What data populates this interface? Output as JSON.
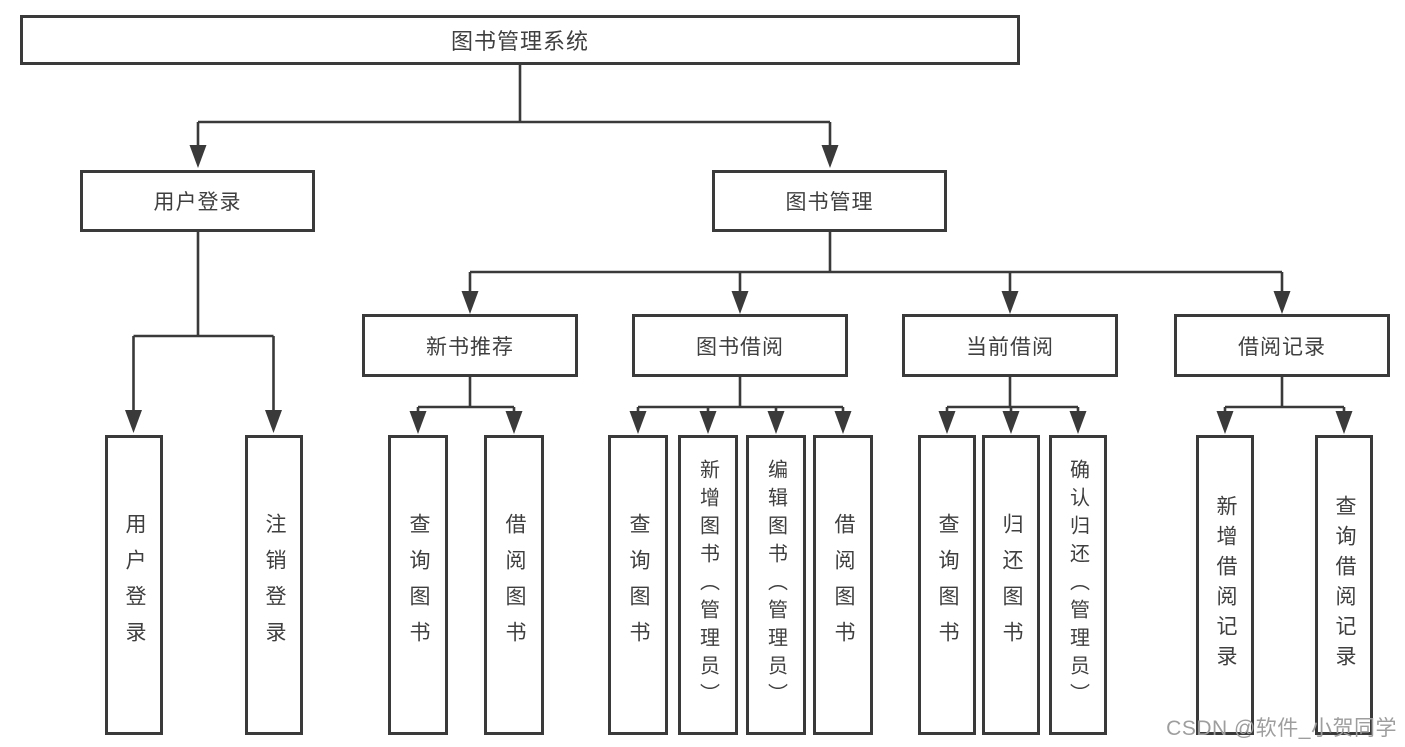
{
  "diagram": {
    "root": "图书管理系统",
    "level2": [
      {
        "label": "用户登录"
      },
      {
        "label": "图书管理"
      }
    ],
    "level3": [
      {
        "label": "新书推荐"
      },
      {
        "label": "图书借阅"
      },
      {
        "label": "当前借阅"
      },
      {
        "label": "借阅记录"
      }
    ],
    "leaves": [
      {
        "label": "用户登录"
      },
      {
        "label": "注销登录"
      },
      {
        "label": "查询图书"
      },
      {
        "label": "借阅图书"
      },
      {
        "label": "查询图书"
      },
      {
        "label": "新增图书（管理员）"
      },
      {
        "label": "编辑图书（管理员）"
      },
      {
        "label": "借阅图书"
      },
      {
        "label": "查询图书"
      },
      {
        "label": "归还图书"
      },
      {
        "label": "确认归还（管理员）"
      },
      {
        "label": "新增借阅记录"
      },
      {
        "label": "查询借阅记录"
      }
    ]
  },
  "watermark": "CSDN @软件_小贺同学",
  "colors": {
    "line": "#3a3a3a",
    "text": "#3f3f3f",
    "watermark": "#9e9e9e",
    "background": "#ffffff"
  }
}
